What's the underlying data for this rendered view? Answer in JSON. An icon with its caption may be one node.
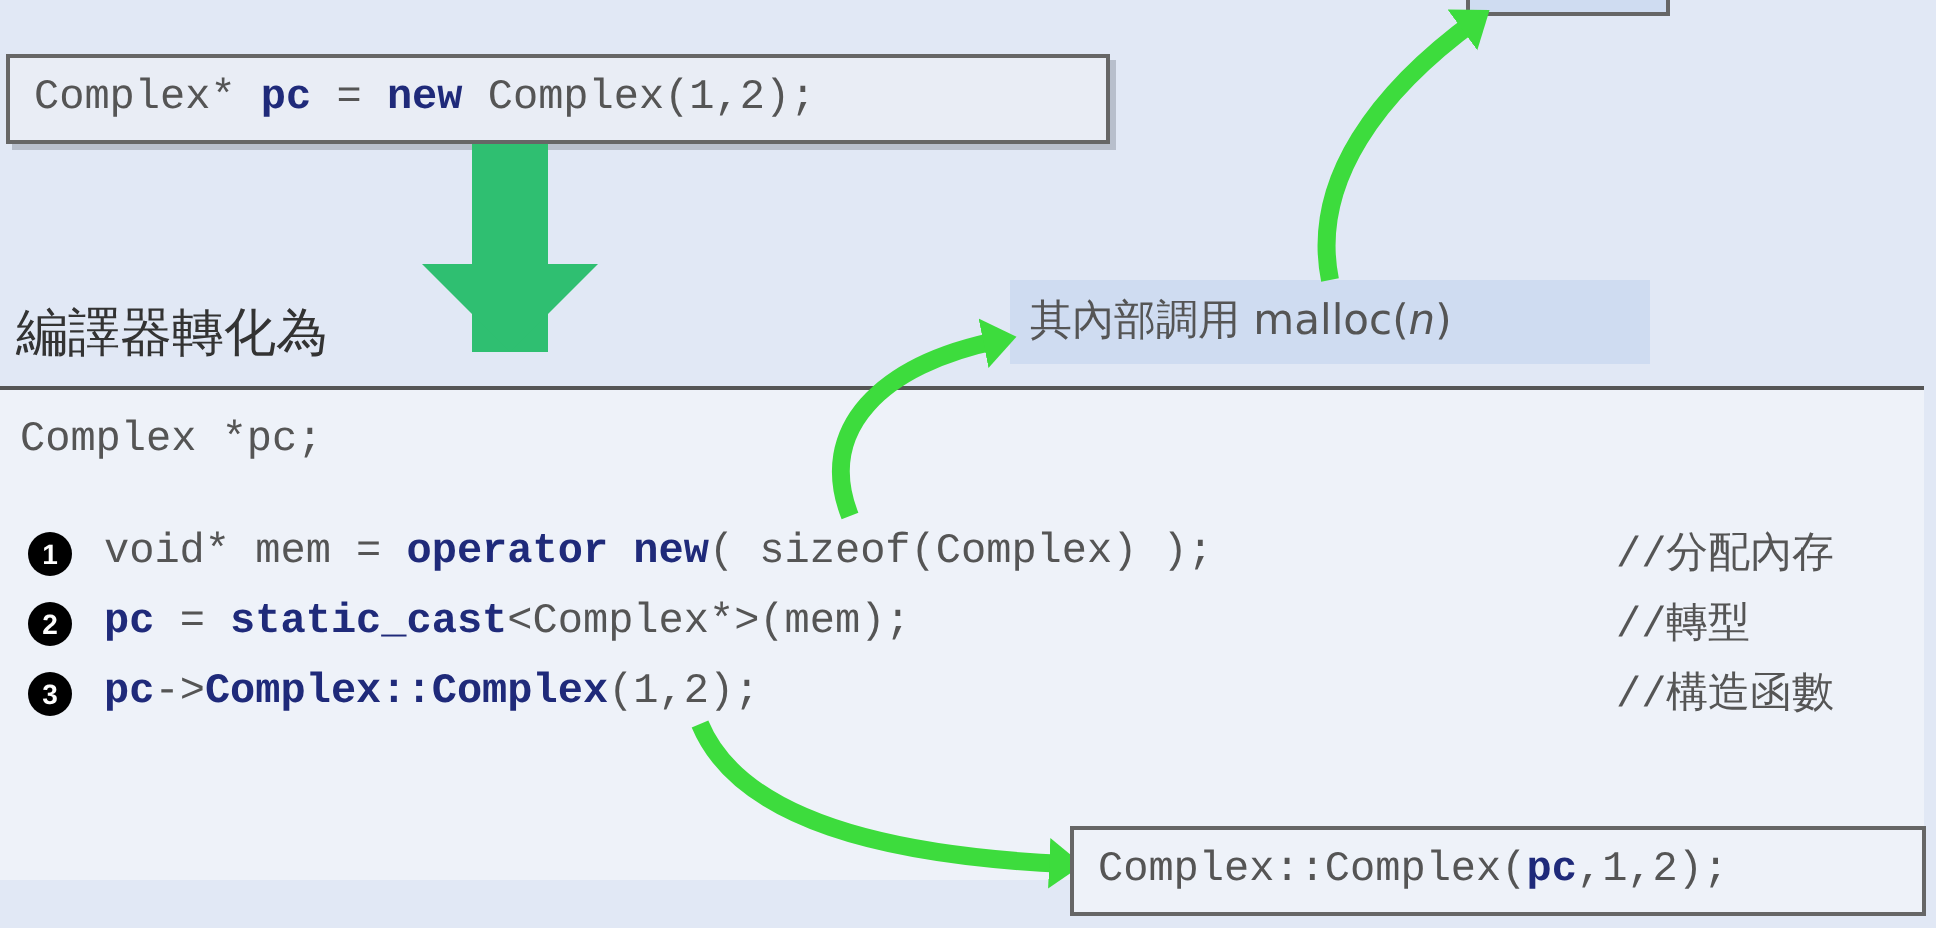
{
  "diagram": {
    "nodes": [
      {
        "text": [
          "Complex* **pc** = **new** Complex(1,2);"
        ]
      },
      {
        "text": [
          "其內部調用 malloc(*n*)"
        ]
      },
      {
        "text": [],
        "shape": "box"
      },
      {
        "text": [
          "Complex *pc;"
        ]
      },
      {
        "text": [
          "1",
          "void* mem = **operator new**( sizeof(Complex) );"
        ],
        "in": 3
      },
      {
        "text": [
          "2",
          "**pc** = **static_cast**<Complex*>(mem);"
        ],
        "in": 3
      },
      {
        "text": [
          "3",
          "**pc**->**Complex::Complex**(1,2);"
        ],
        "in": 3
      },
      {
        "text": [
          "Complex::Complex(**pc**,1,2);"
        ]
      }
    ],
    "edges": [
      {
        "from": 0,
        "to": 3,
        "arrow": "to",
        "style": "thick",
        "color": "#2fbf71"
      },
      {
        "from": 4,
        "to": 1,
        "arrow": "to"
      },
      {
        "from": 1,
        "to": 2,
        "arrow": "to"
      },
      {
        "from": 6,
        "to": 7,
        "arrow": "to"
      }
    ],
    "labels": [
      "編譯器轉化為",
      "//分配內存",
      "//轉型",
      "//構造函數"
    ]
  }
}
